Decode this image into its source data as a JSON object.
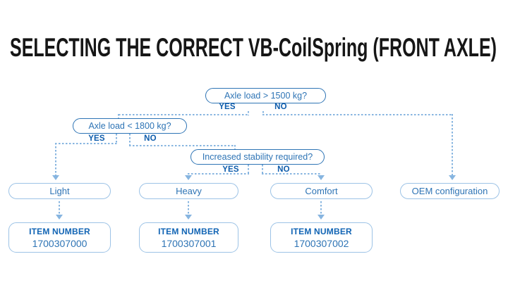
{
  "title": "SELECTING THE CORRECT VB-CoilSpring (FRONT AXLE)",
  "colors": {
    "question_blue": "#2e74b5",
    "label_blue": "#0f5dac",
    "light_border_blue": "#9dc3e6",
    "dash_blue": "#87b5e0",
    "item_heading_blue": "#1164b4",
    "title_color": "#161616"
  },
  "flowchart": {
    "questions": [
      {
        "text": "Axle load > 1500 kg?",
        "yes": "YES",
        "no": "NO"
      },
      {
        "text": "Axle load < 1800 kg?",
        "yes": "YES",
        "no": "NO"
      },
      {
        "text": "Increased stability required?",
        "yes": "YES",
        "no": "NO"
      }
    ],
    "results": [
      {
        "label": "Light"
      },
      {
        "label": "Heavy"
      },
      {
        "label": "Comfort"
      },
      {
        "label": "OEM configuration"
      }
    ],
    "items": [
      {
        "heading": "ITEM NUMBER",
        "number": "1700307000"
      },
      {
        "heading": "ITEM NUMBER",
        "number": "1700307001"
      },
      {
        "heading": "ITEM NUMBER",
        "number": "1700307002"
      }
    ]
  }
}
